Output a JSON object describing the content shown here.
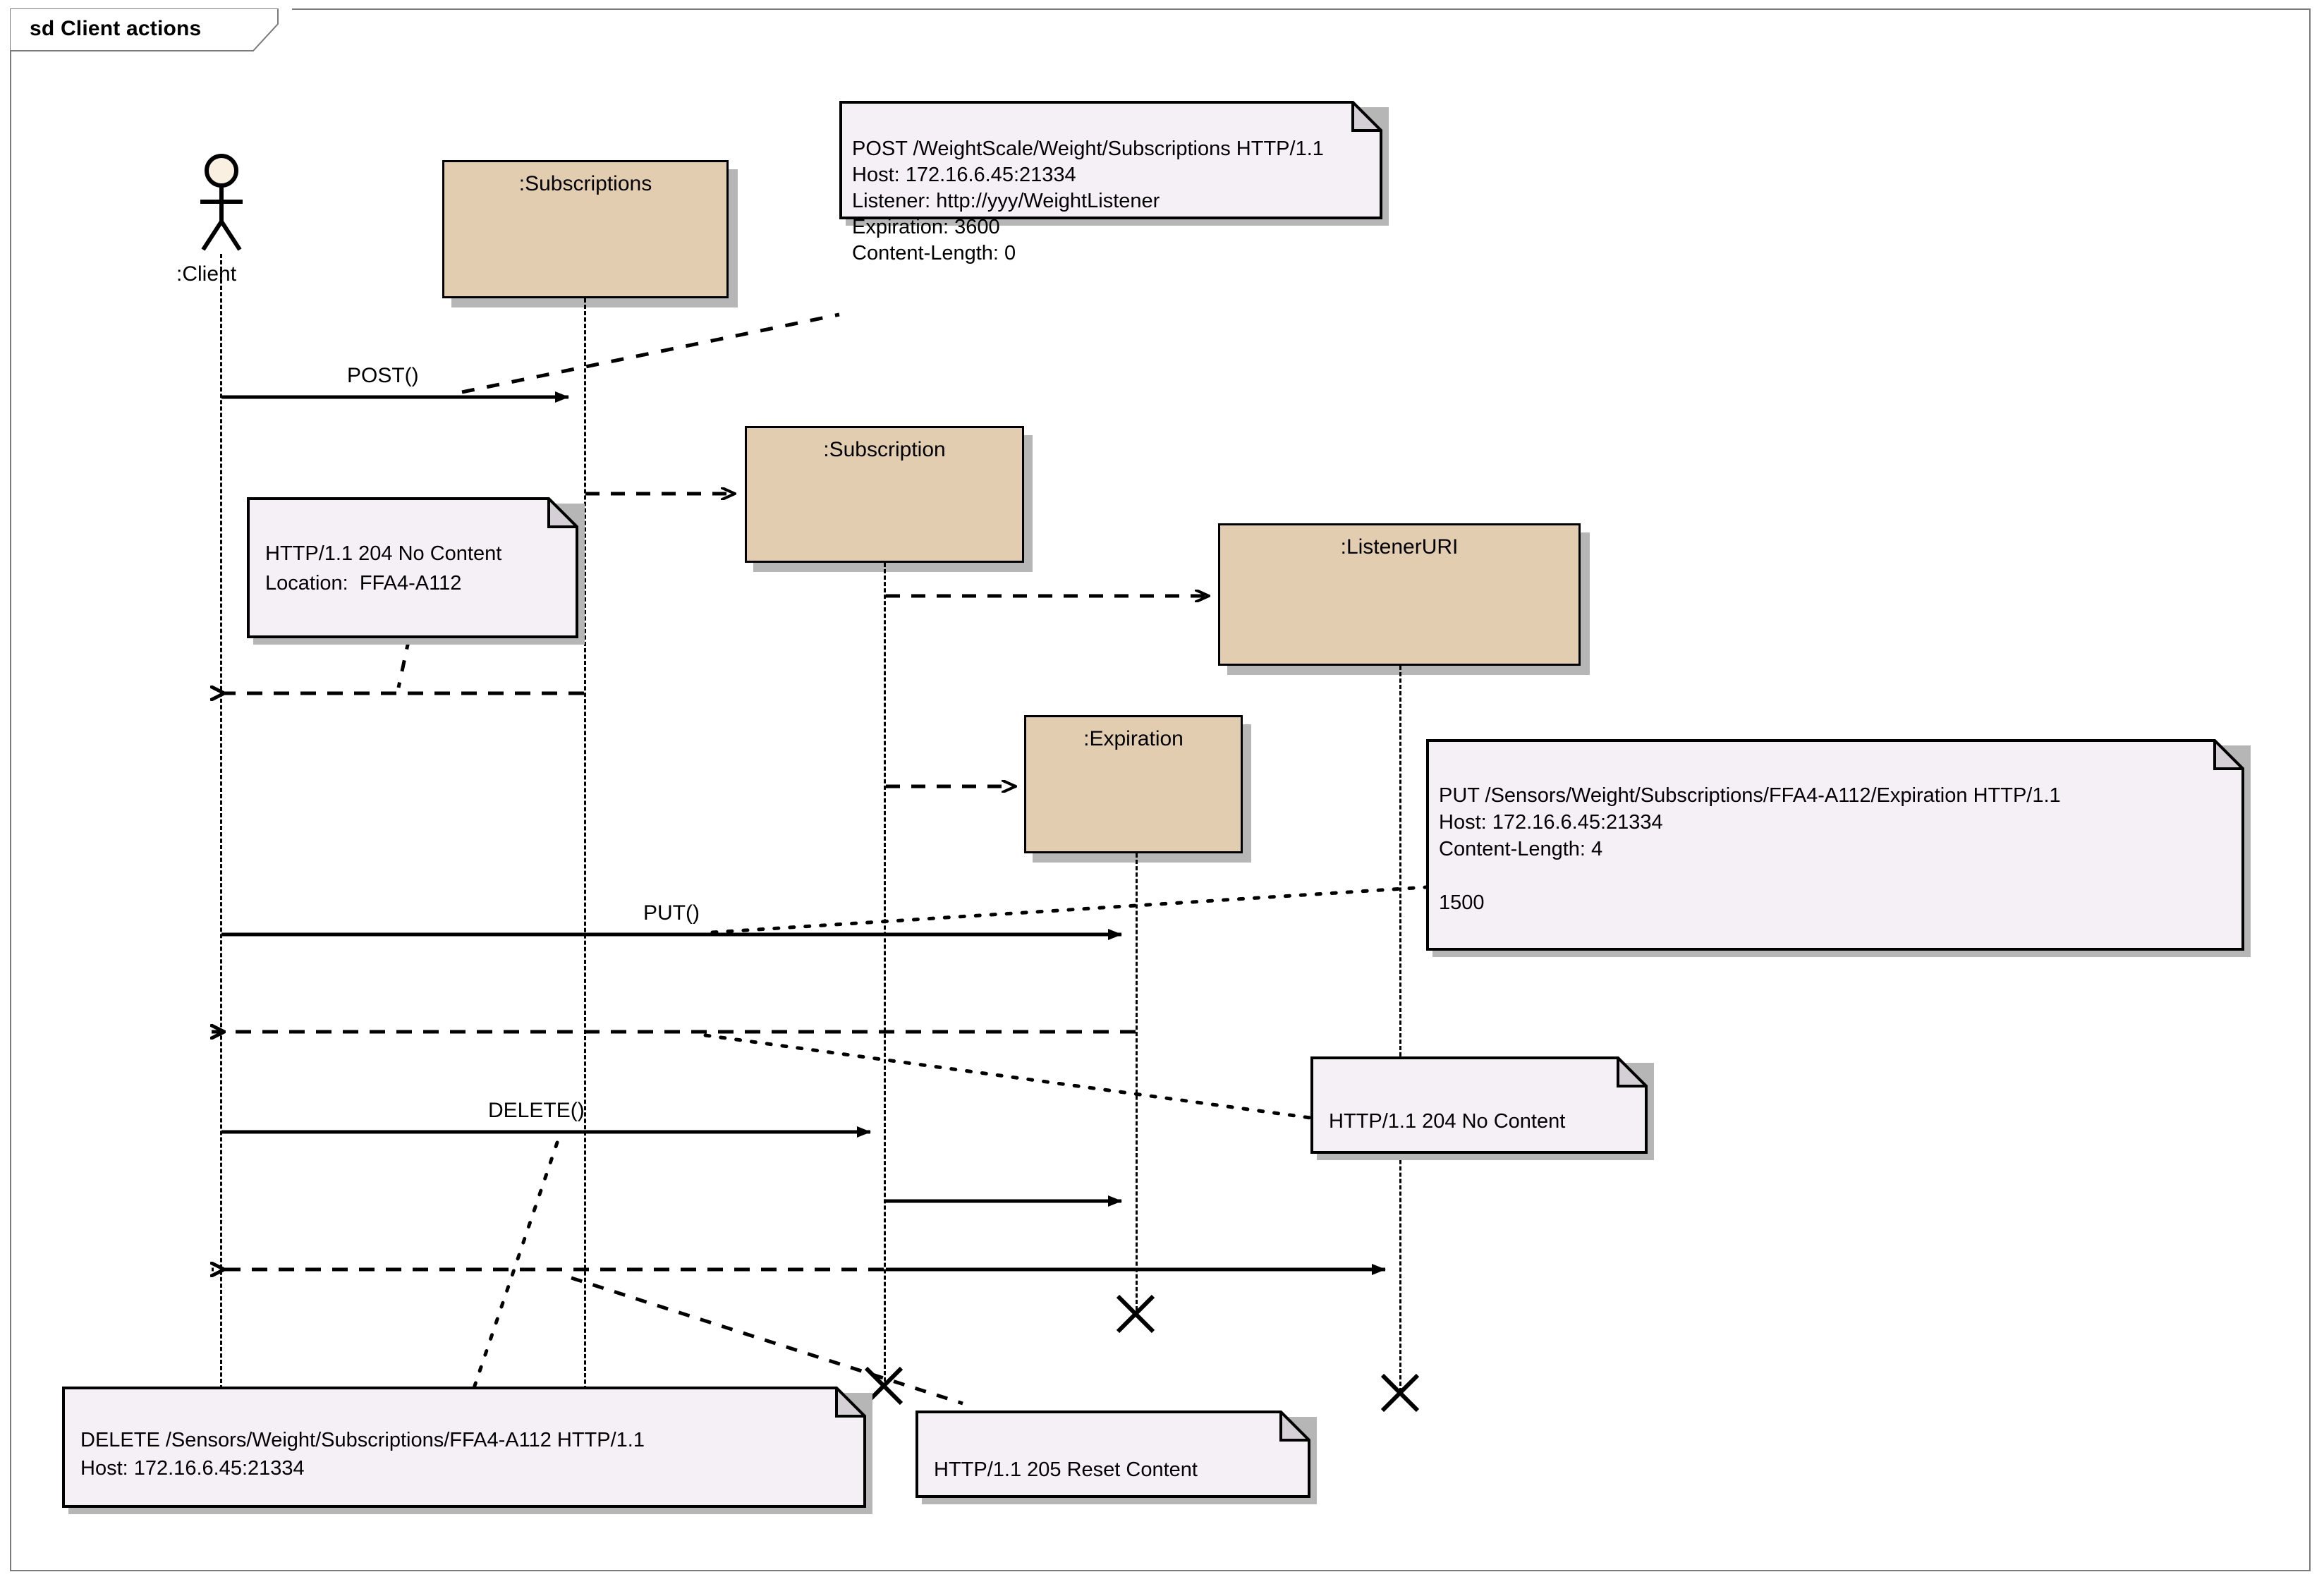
{
  "frame": {
    "title": "sd Client actions",
    "kind": "sd"
  },
  "colors": {
    "participant_fill": "#e3cdb0",
    "participant_border": "#000000",
    "note_fill": "#f5f0f5",
    "note_border": "#000000",
    "shadow": "#b6b6b6",
    "frame_border": "#7b7b7b",
    "line": "#000000"
  },
  "actor": {
    "name": ":Client",
    "icon": "stick-figure-actor-icon"
  },
  "participants": [
    {
      "id": "subscriptions",
      "label": ":Subscriptions"
    },
    {
      "id": "subscription",
      "label": ":Subscription"
    },
    {
      "id": "listeneruri",
      "label": ":ListenerURI"
    },
    {
      "id": "expiration",
      "label": ":Expiration"
    }
  ],
  "messages": [
    {
      "id": "post",
      "label": "POST()",
      "style": "solid"
    },
    {
      "id": "put",
      "label": "PUT()",
      "style": "solid"
    },
    {
      "id": "delete",
      "label": "DELETE()",
      "style": "solid"
    }
  ],
  "notes": [
    {
      "id": "note-post-request",
      "anchor": "POST() message",
      "lines": [
        "POST /WeightScale/Weight/Subscriptions HTTP/1.1",
        "Host: 172.16.6.45:21334",
        "Listener: http://yyy/WeightListener",
        "Expiration: 3600",
        "Content-Length: 0"
      ]
    },
    {
      "id": "note-post-response",
      "anchor": "POST() return",
      "lines": [
        "HTTP/1.1 204 No Content",
        "Location:  FFA4-A112"
      ]
    },
    {
      "id": "note-put-request",
      "anchor": "PUT() message",
      "lines": [
        "PUT /Sensors/Weight/Subscriptions/FFA4-A112/Expiration HTTP/1.1",
        "Host: 172.16.6.45:21334",
        "Content-Length: 4",
        "",
        "1500"
      ]
    },
    {
      "id": "note-put-response",
      "anchor": "PUT() return",
      "lines": [
        "HTTP/1.1 204 No Content"
      ]
    },
    {
      "id": "note-delete-request",
      "anchor": "DELETE() message",
      "lines": [
        "DELETE /Sensors/Weight/Subscriptions/FFA4-A112 HTTP/1.1",
        "Host: 172.16.6.45:21334"
      ]
    },
    {
      "id": "note-delete-response",
      "anchor": "DELETE() return",
      "lines": [
        "HTTP/1.1 205 Reset Content"
      ]
    }
  ],
  "destructions": [
    {
      "id": "destroy-expiration",
      "target": ":Expiration"
    },
    {
      "id": "destroy-listeneruri",
      "target": ":ListenerURI"
    },
    {
      "id": "destroy-subscription",
      "target": ":Subscription"
    }
  ]
}
